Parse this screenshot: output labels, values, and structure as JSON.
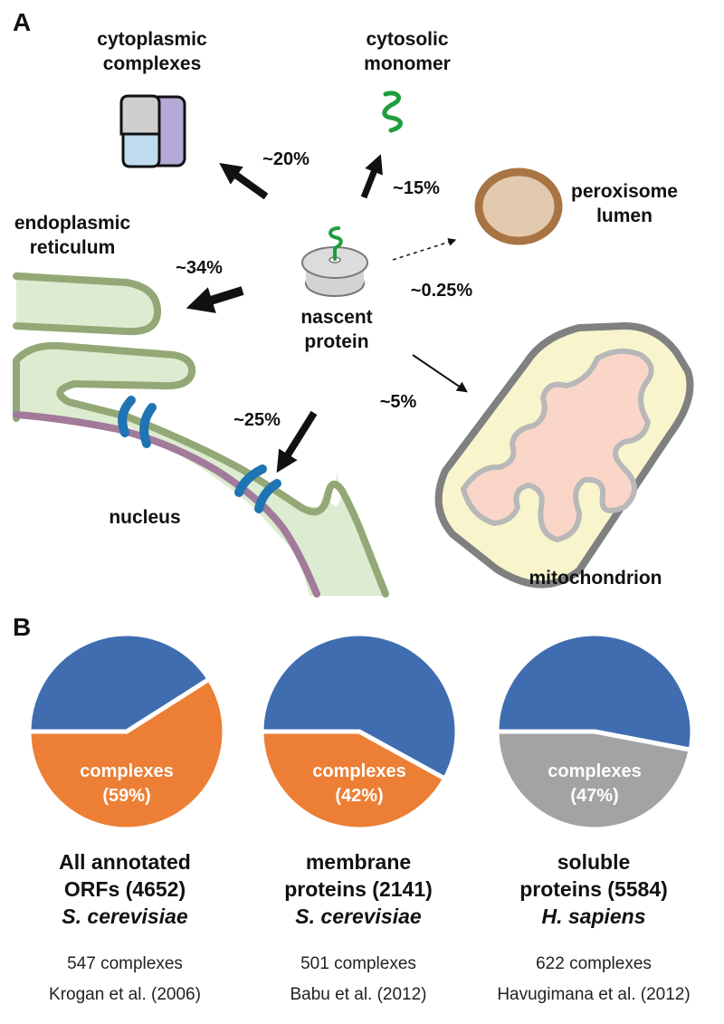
{
  "panel_a": {
    "label": "A",
    "destinations": {
      "cytoplasmic_complexes": {
        "line1": "cytoplasmic",
        "line2": "complexes",
        "pct": "~20%"
      },
      "cytosolic_monomer": {
        "line1": "cytosolic",
        "line2": "monomer",
        "pct": "~15%"
      },
      "peroxisome_lumen": {
        "line1": "peroxisome",
        "line2": "lumen",
        "pct": "~0.25%"
      },
      "endoplasmic_reticulum": {
        "line1": "endoplasmic",
        "line2": "reticulum",
        "pct": "~34%"
      },
      "nucleus": {
        "label": "nucleus",
        "pct": "~25%"
      },
      "mitochondrion": {
        "label": "mitochondrion",
        "pct": "~5%"
      }
    },
    "center": {
      "line1": "nascent",
      "line2": "protein"
    }
  },
  "panel_b": {
    "label": "B",
    "colors": {
      "blue": "#3f6db0",
      "orange": "#ec7f35",
      "gray": "#a3a3a3"
    },
    "chart_data": [
      {
        "type": "pie",
        "slices": [
          {
            "label": "complexes",
            "value": 59,
            "color": "#ec7f35"
          },
          {
            "label": "",
            "value": 41,
            "color": "#3f6db0"
          }
        ],
        "inner_label": "complexes",
        "inner_pct": "(59%)",
        "title_line1": "All annotated",
        "title_line2": "ORFs (4652)",
        "organism": "S. cerevisiae",
        "complex_count": "547 complexes",
        "source": "Krogan et al. (2006)"
      },
      {
        "type": "pie",
        "slices": [
          {
            "label": "complexes",
            "value": 42,
            "color": "#ec7f35"
          },
          {
            "label": "",
            "value": 58,
            "color": "#3f6db0"
          }
        ],
        "inner_label": "complexes",
        "inner_pct": "(42%)",
        "title_line1": "membrane",
        "title_line2": "proteins (2141)",
        "organism": "S. cerevisiae",
        "complex_count": "501 complexes",
        "source": "Babu et al. (2012)"
      },
      {
        "type": "pie",
        "slices": [
          {
            "label": "complexes",
            "value": 47,
            "color": "#a3a3a3"
          },
          {
            "label": "",
            "value": 53,
            "color": "#3f6db0"
          }
        ],
        "inner_label": "complexes",
        "inner_pct": "(47%)",
        "title_line1": "soluble",
        "title_line2": "proteins (5584)",
        "organism": "H. sapiens",
        "complex_count": "622 complexes",
        "source": "Havugimana et al. (2012)"
      }
    ]
  }
}
